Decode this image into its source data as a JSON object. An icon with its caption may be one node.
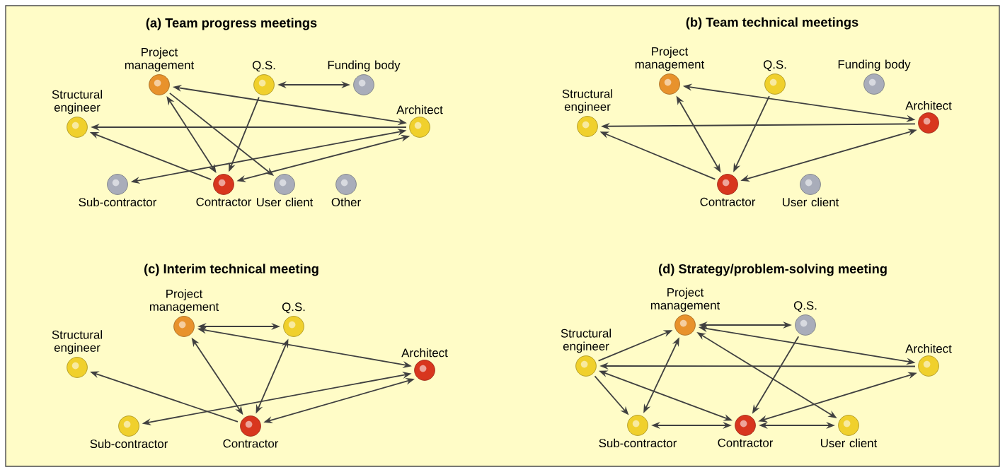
{
  "diagram": {
    "labels": [
      "(a) Team progress meetings",
      "(b) Team technical meetings",
      "(c) Interim technical meeting",
      "(d) Strategy/problem-solving meeting"
    ],
    "nodes": [
      {
        "text": [
          "Project management"
        ]
      },
      {
        "text": [
          "Q.S."
        ]
      },
      {
        "text": [
          "Funding body"
        ]
      },
      {
        "text": [
          "Structural engineer"
        ]
      },
      {
        "text": [
          "Architect"
        ]
      },
      {
        "text": [
          "Sub-contractor"
        ]
      },
      {
        "text": [
          "Contractor"
        ]
      },
      {
        "text": [
          "User client"
        ]
      },
      {
        "text": [
          "Other"
        ]
      },
      {
        "text": [
          "Project management"
        ]
      },
      {
        "text": [
          "Q.S."
        ]
      },
      {
        "text": [
          "Funding body"
        ]
      },
      {
        "text": [
          "Structural engineer"
        ]
      },
      {
        "text": [
          "Architect"
        ]
      },
      {
        "text": [
          "Contractor"
        ]
      },
      {
        "text": [
          "User client"
        ]
      },
      {
        "text": [
          "Project management"
        ]
      },
      {
        "text": [
          "Q.S."
        ]
      },
      {
        "text": [
          "Structural engineer"
        ]
      },
      {
        "text": [
          "Architect"
        ]
      },
      {
        "text": [
          "Sub-contractor"
        ]
      },
      {
        "text": [
          "Contractor"
        ]
      },
      {
        "text": [
          "Project management"
        ]
      },
      {
        "text": [
          "Q.S."
        ]
      },
      {
        "text": [
          "Structural engineer"
        ]
      },
      {
        "text": [
          "Architect"
        ]
      },
      {
        "text": [
          "Sub-contractor"
        ]
      },
      {
        "text": [
          "Contractor"
        ]
      },
      {
        "text": [
          "User client"
        ]
      }
    ],
    "edges": [
      {
        "from": 0,
        "to": 4,
        "arrow": "both"
      },
      {
        "from": 1,
        "to": 2,
        "arrow": "both"
      },
      {
        "from": 4,
        "to": 3,
        "arrow": "to"
      },
      {
        "from": 6,
        "to": 3,
        "arrow": "to"
      },
      {
        "from": 0,
        "to": 6,
        "arrow": "both"
      },
      {
        "from": 0,
        "to": 7,
        "arrow": "to"
      },
      {
        "from": 1,
        "to": 6,
        "arrow": "to"
      },
      {
        "from": 5,
        "to": 4,
        "arrow": "both"
      },
      {
        "from": 6,
        "to": 4,
        "arrow": "both"
      },
      {
        "from": 9,
        "to": 13,
        "arrow": "both"
      },
      {
        "from": 13,
        "to": 12,
        "arrow": "to"
      },
      {
        "from": 14,
        "to": 12,
        "arrow": "to"
      },
      {
        "from": 9,
        "to": 14,
        "arrow": "both"
      },
      {
        "from": 10,
        "to": 14,
        "arrow": "to"
      },
      {
        "from": 13,
        "to": 14,
        "arrow": "both"
      },
      {
        "from": 16,
        "to": 17,
        "arrow": "both"
      },
      {
        "from": 16,
        "to": 19,
        "arrow": "both"
      },
      {
        "from": 16,
        "to": 21,
        "arrow": "both"
      },
      {
        "from": 17,
        "to": 21,
        "arrow": "both"
      },
      {
        "from": 21,
        "to": 18,
        "arrow": "to"
      },
      {
        "from": 20,
        "to": 19,
        "arrow": "both"
      },
      {
        "from": 19,
        "to": 21,
        "arrow": "both"
      },
      {
        "from": 22,
        "to": 23,
        "arrow": "both"
      },
      {
        "from": 24,
        "to": 22,
        "arrow": "to"
      },
      {
        "from": 22,
        "to": 25,
        "arrow": "both"
      },
      {
        "from": 22,
        "to": 28,
        "arrow": "both"
      },
      {
        "from": 22,
        "to": 26,
        "arrow": "both"
      },
      {
        "from": 23,
        "to": 27,
        "arrow": "to"
      },
      {
        "from": 25,
        "to": 24,
        "arrow": "to"
      },
      {
        "from": 24,
        "to": 26,
        "arrow": "to"
      },
      {
        "from": 24,
        "to": 27,
        "arrow": "both"
      },
      {
        "from": 26,
        "to": 27,
        "arrow": "both"
      },
      {
        "from": 27,
        "to": 28,
        "arrow": "both"
      },
      {
        "from": 27,
        "to": 25,
        "arrow": "both"
      }
    ]
  }
}
